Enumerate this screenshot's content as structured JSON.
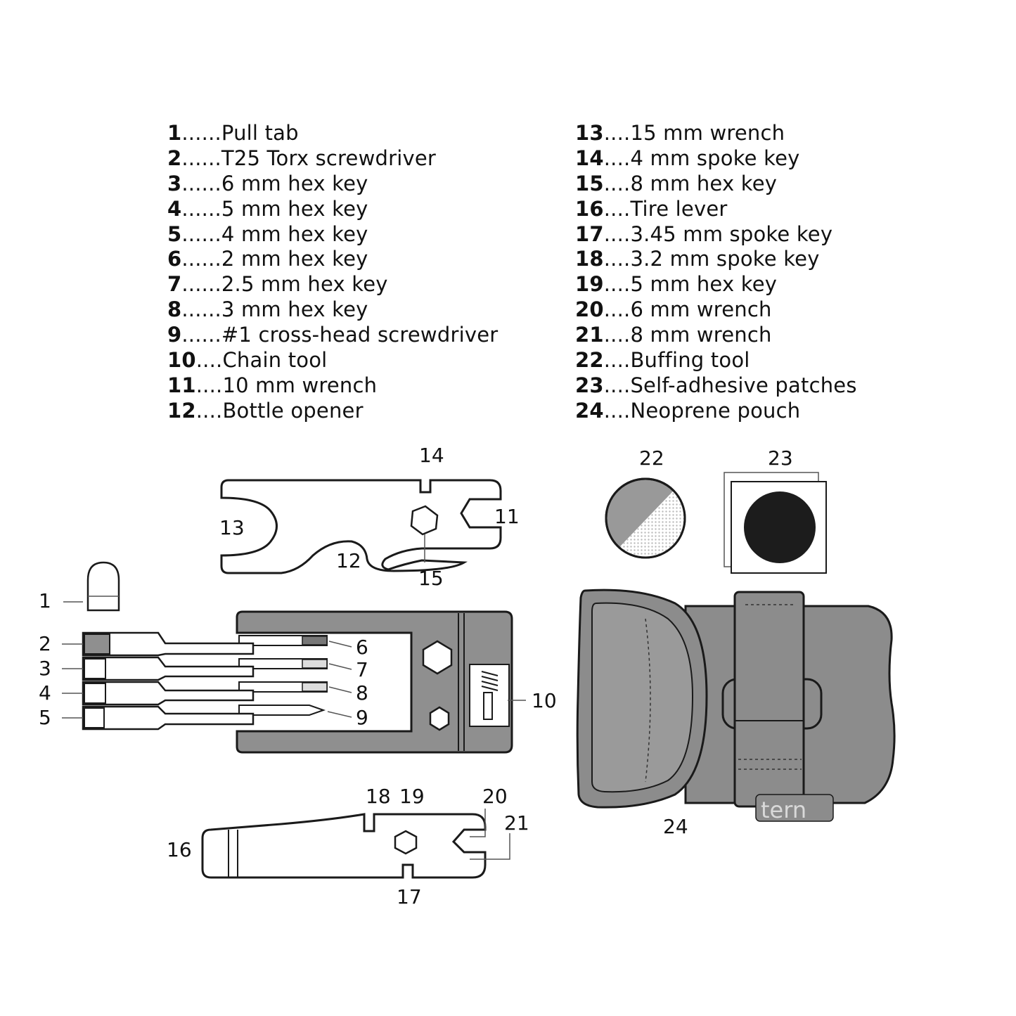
{
  "parts_left": [
    {
      "num": "1",
      "dots": "......",
      "name": "Pull tab"
    },
    {
      "num": "2",
      "dots": "......",
      "name": "T25 Torx screwdriver"
    },
    {
      "num": "3",
      "dots": "......",
      "name": "6 mm hex key"
    },
    {
      "num": "4",
      "dots": "......",
      "name": "5 mm hex key"
    },
    {
      "num": "5",
      "dots": "......",
      "name": "4 mm hex key"
    },
    {
      "num": "6",
      "dots": "......",
      "name": "2 mm hex key"
    },
    {
      "num": "7",
      "dots": "......",
      "name": "2.5 mm hex key"
    },
    {
      "num": "8",
      "dots": "......",
      "name": "3 mm hex key"
    },
    {
      "num": "9",
      "dots": "......",
      "name": "#1 cross-head screwdriver"
    },
    {
      "num": "10",
      "dots": "....",
      "name": "Chain tool"
    },
    {
      "num": "11",
      "dots": "....",
      "name": "10 mm wrench"
    },
    {
      "num": "12",
      "dots": "....",
      "name": "Bottle opener"
    }
  ],
  "parts_right": [
    {
      "num": "13",
      "dots": "....",
      "name": "15 mm wrench"
    },
    {
      "num": "14",
      "dots": "....",
      "name": "4 mm spoke key"
    },
    {
      "num": "15",
      "dots": "....",
      "name": "8 mm hex key"
    },
    {
      "num": "16",
      "dots": "....",
      "name": "Tire lever"
    },
    {
      "num": "17",
      "dots": "....",
      "name": "3.45 mm spoke key"
    },
    {
      "num": "18",
      "dots": "....",
      "name": "3.2 mm spoke key"
    },
    {
      "num": "19",
      "dots": "....",
      "name": "5 mm hex key"
    },
    {
      "num": "20",
      "dots": "....",
      "name": "6 mm wrench"
    },
    {
      "num": "21",
      "dots": "....",
      "name": "8 mm wrench"
    },
    {
      "num": "22",
      "dots": "....",
      "name": "Buffing tool"
    },
    {
      "num": "23",
      "dots": "....",
      "name": "Self-adhesive patches"
    },
    {
      "num": "24",
      "dots": "....",
      "name": "Neoprene pouch"
    }
  ],
  "callouts": {
    "c1": "1",
    "c2": "2",
    "c3": "3",
    "c4": "4",
    "c5": "5",
    "c6": "6",
    "c7": "7",
    "c8": "8",
    "c9": "9",
    "c10": "10",
    "c11": "11",
    "c12": "12",
    "c13": "13",
    "c14": "14",
    "c15": "15",
    "c16": "16",
    "c17": "17",
    "c18": "18",
    "c19": "19",
    "c20": "20",
    "c21": "21",
    "c22": "22",
    "c23": "23",
    "c24": "24"
  },
  "pouch_logo": "tern",
  "colors": {
    "pouch": "#8c8c8c",
    "tool_body": "#8f8f8f",
    "patch": "#1c1c1c",
    "outline": "#1a1a1a"
  }
}
